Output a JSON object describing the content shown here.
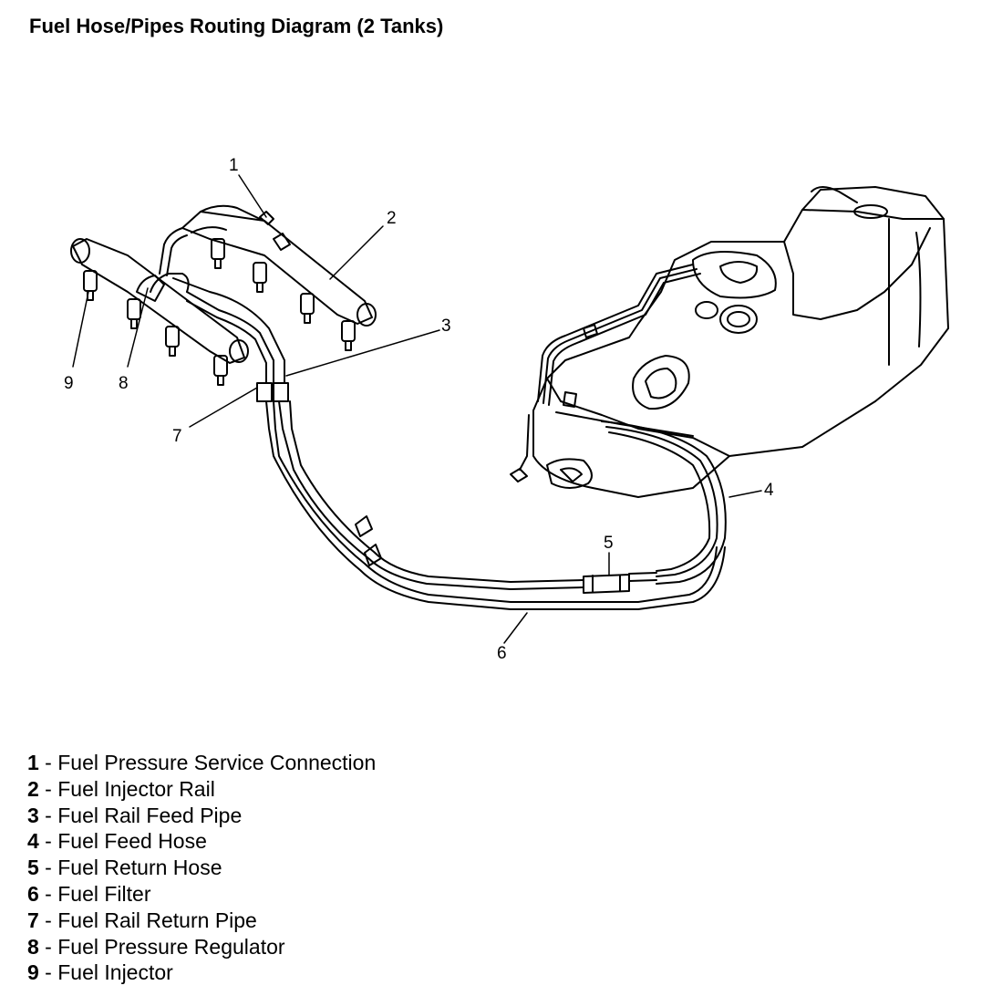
{
  "title": "Fuel Hose/Pipes Routing Diagram (2 Tanks)",
  "callouts": [
    "1",
    "2",
    "3",
    "4",
    "5",
    "6",
    "7",
    "8",
    "9"
  ],
  "legend": [
    {
      "num": "1",
      "sep": " - ",
      "label": "Fuel Pressure Service Connection"
    },
    {
      "num": "2",
      "sep": " - ",
      "label": "Fuel Injector Rail"
    },
    {
      "num": "3",
      "sep": " - ",
      "label": "Fuel Rail Feed Pipe"
    },
    {
      "num": "4",
      "sep": " - ",
      "label": "Fuel Feed Hose"
    },
    {
      "num": "5",
      "sep": " - ",
      "label": "Fuel Return Hose"
    },
    {
      "num": "6",
      "sep": " - ",
      "label": "Fuel Filter"
    },
    {
      "num": "7",
      "sep": " - ",
      "label": "Fuel Rail Return Pipe"
    },
    {
      "num": "8",
      "sep": " - ",
      "label": "Fuel Pressure Regulator"
    },
    {
      "num": "9",
      "sep": " - ",
      "label": "Fuel Injector"
    }
  ]
}
